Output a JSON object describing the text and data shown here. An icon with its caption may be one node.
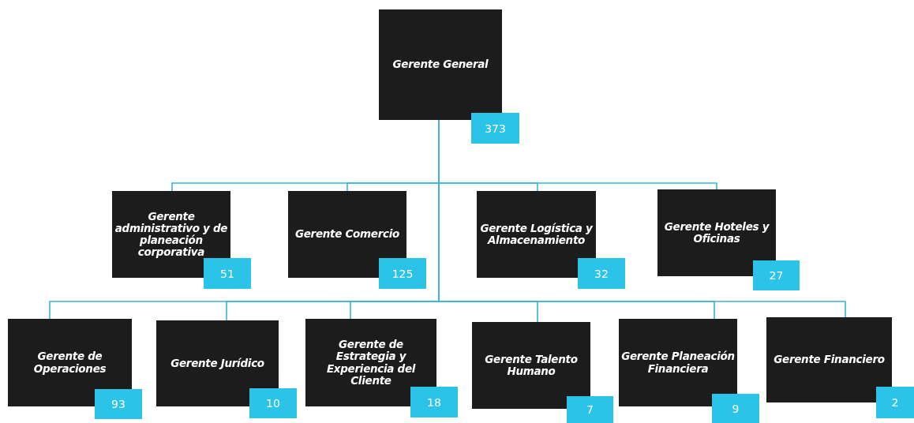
{
  "diagram": {
    "nodes": [
      {
        "text": [
          "Gerente General",
          "373"
        ]
      },
      {
        "text": [
          "Gerente administrativo y de planeación corporativa",
          "51"
        ]
      },
      {
        "text": [
          "Gerente Comercio",
          "125"
        ]
      },
      {
        "text": [
          "Gerente Logística y Almacenamiento",
          "32"
        ]
      },
      {
        "text": [
          "Gerente Hoteles y Oficinas",
          "27"
        ]
      },
      {
        "text": [
          "Gerente de Operaciones",
          "93"
        ]
      },
      {
        "text": [
          "Gerente Jurídico",
          "10"
        ]
      },
      {
        "text": [
          "Gerente de Estrategia y Experiencia del Cliente",
          "18"
        ]
      },
      {
        "text": [
          "Gerente Talento Humano",
          "7"
        ]
      },
      {
        "text": [
          "Gerente Planeación Financiera",
          "9"
        ]
      },
      {
        "text": [
          "Gerente Financiero",
          "2"
        ]
      }
    ],
    "edges": [
      {
        "from": 0,
        "to": 1,
        "arrow": "none"
      },
      {
        "from": 0,
        "to": 2,
        "arrow": "none"
      },
      {
        "from": 0,
        "to": 3,
        "arrow": "none"
      },
      {
        "from": 0,
        "to": 4,
        "arrow": "none"
      },
      {
        "from": 0,
        "to": 5,
        "arrow": "none"
      },
      {
        "from": 0,
        "to": 6,
        "arrow": "none"
      },
      {
        "from": 0,
        "to": 7,
        "arrow": "none"
      },
      {
        "from": 0,
        "to": 8,
        "arrow": "none"
      },
      {
        "from": 0,
        "to": 9,
        "arrow": "none"
      },
      {
        "from": 0,
        "to": 10,
        "arrow": "none"
      }
    ]
  }
}
